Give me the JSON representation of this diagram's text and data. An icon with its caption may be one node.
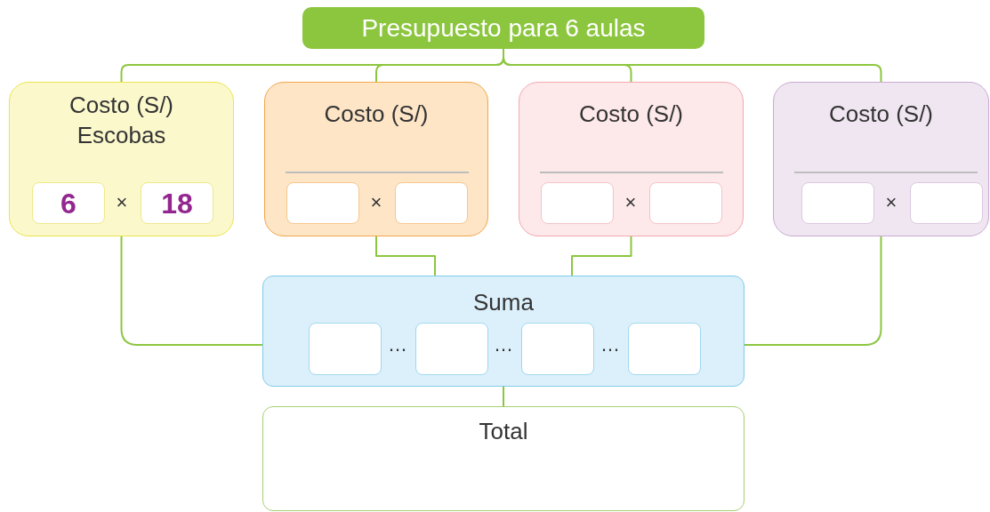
{
  "diagram": {
    "nodes": [
      {
        "text": [
          "Presupuesto para 6 aulas"
        ]
      },
      {
        "text": [
          "Costo (S/)",
          "Escobas"
        ]
      },
      {
        "text": [
          "6"
        ],
        "in": 1
      },
      {
        "text": [
          "18"
        ],
        "in": 1
      },
      {
        "text": [
          "Costo (S/)"
        ]
      },
      {
        "text": [],
        "shape": "box",
        "in": 4
      },
      {
        "text": [],
        "shape": "box",
        "in": 4
      },
      {
        "text": [
          "Costo (S/)"
        ]
      },
      {
        "text": [],
        "shape": "box",
        "in": 7
      },
      {
        "text": [],
        "shape": "box",
        "in": 7
      },
      {
        "text": [
          "Costo (S/)"
        ]
      },
      {
        "text": [],
        "shape": "box",
        "in": 10
      },
      {
        "text": [],
        "shape": "box",
        "in": 10
      },
      {
        "text": [
          "Suma"
        ]
      },
      {
        "text": [],
        "shape": "box",
        "in": 13
      },
      {
        "text": [],
        "shape": "box",
        "in": 13
      },
      {
        "text": [],
        "shape": "box",
        "in": 13
      },
      {
        "text": [],
        "shape": "box",
        "in": 13
      },
      {
        "text": [
          "Total"
        ]
      }
    ],
    "edges": [
      {
        "from": 0,
        "to": 1,
        "arrow": "none"
      },
      {
        "from": 0,
        "to": 4,
        "arrow": "none"
      },
      {
        "from": 0,
        "to": 7,
        "arrow": "none"
      },
      {
        "from": 0,
        "to": 10,
        "arrow": "none"
      },
      {
        "from": 1,
        "to": 13,
        "arrow": "none"
      },
      {
        "from": 4,
        "to": 13,
        "arrow": "none"
      },
      {
        "from": 7,
        "to": 13,
        "arrow": "none"
      },
      {
        "from": 10,
        "to": 13,
        "arrow": "none"
      },
      {
        "from": 13,
        "to": 18,
        "arrow": "none"
      }
    ],
    "labels": [
      "×",
      "×",
      "×",
      "×",
      "…",
      "…",
      "…"
    ]
  }
}
